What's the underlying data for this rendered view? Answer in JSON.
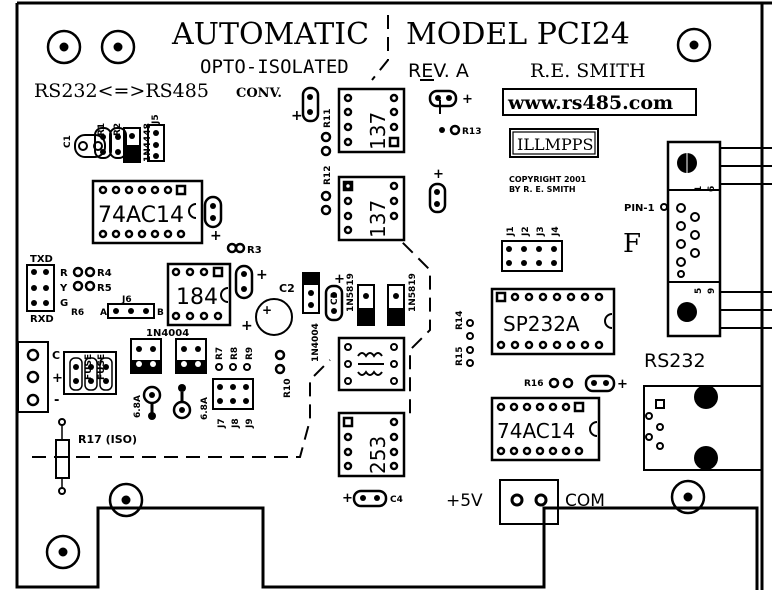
{
  "header": {
    "title_left": "AUTOMATIC",
    "title_right": "MODEL PCI24",
    "subtitle": "OPTO-ISOLATED",
    "rev": "REV. A",
    "author": "R.E. SMITH",
    "converter": "RS232<=>RS485",
    "conv": "CONV.",
    "website": "www.rs485.com",
    "logo": "ILLMPPS",
    "copyright_line1": "COPYRIGHT 2001",
    "copyright_line2": "BY R. E. SMITH"
  },
  "chips": {
    "u1": "74AC14",
    "u2": "184",
    "u3": "137",
    "u4": "137",
    "u5": "SP232A",
    "u6": "74AC14",
    "u7": "253"
  },
  "labels": {
    "c1": "C1",
    "r1": "R1",
    "r2": "R2",
    "d1n4448": "1N4448",
    "j5": "J5",
    "r11": "R11",
    "r12": "R12",
    "r13": "R13",
    "r3": "R3",
    "txd": "TXD",
    "rxd": "RXD",
    "r": "R",
    "y": "Y",
    "g": "G",
    "r4": "R4",
    "r5": "R5",
    "r6": "R6",
    "a": "A",
    "b": "B",
    "j6": "J6",
    "c2": "C2",
    "c3": "C3",
    "d1n4004a": "1N4004",
    "d1n4004b": "1N4004",
    "d1n5819a": "1N5819",
    "d1n5819b": "1N5819",
    "fuse1": "FUSE",
    "fuse2": "FUSE",
    "c_term": "C",
    "plus_term": "+",
    "minus_term": "-",
    "r7": "R7",
    "r8": "R8",
    "r9": "R9",
    "r10": "R10",
    "j7": "J7",
    "j8": "J8",
    "j9": "J9",
    "z1": "6.8A",
    "z2": "6.8A",
    "r17": "R17 (ISO)",
    "j1": "J1",
    "j2": "J2",
    "j3": "J3",
    "j4": "J4",
    "r14": "R14",
    "r15": "R15",
    "r16": "R16",
    "c4": "C4",
    "pin1": "PIN-1",
    "f_letter": "F",
    "rs232": "RS232",
    "plus5v": "+5V",
    "com": "COM",
    "db_1": "1",
    "db_6a": "6",
    "db_5": "5",
    "db_6b": "9",
    "plus": "+"
  }
}
